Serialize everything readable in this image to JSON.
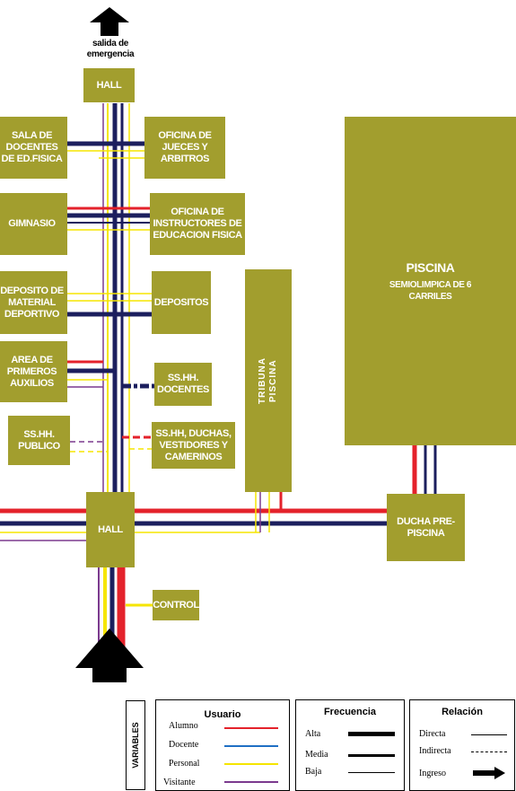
{
  "exit_label": "salida de\nemergencia",
  "rooms": {
    "hall_top": "HALL",
    "sala_docentes": "SALA DE\nDOCENTES\nDE ED.FISICA",
    "oficina_jueces": "OFICINA DE\nJUECES Y\nARBITROS",
    "gimnasio": "GIMNASIO",
    "oficina_instructores": "OFICINA DE\nINSTRUCTORES DE\nEDUCACION FISICA",
    "deposito_material": "DEPOSITO DE\nMATERIAL\nDEPORTIVO",
    "depositos": "DEPOSITOS",
    "primeros_auxilios": "AREA DE\nPRIMEROS\nAUXILIOS",
    "sshh_docentes": "SS.HH.\nDOCENTES",
    "sshh_publico": "SS.HH.\nPUBLICO",
    "sshh_duchas": "SS.HH, DUCHAS,\nVESTIDORES Y\nCAMERINOS",
    "tribuna": "TRIBUNA\nPISCINA",
    "hall_bottom": "HALL",
    "ducha": "DUCHA PRE-\nPISCINA",
    "control": "CONTROL",
    "piscina_title": "PISCINA",
    "piscina_sub": "SEMIOLIMPICA DE 6\nCARRILES"
  },
  "legend": {
    "variables": "VARIABLES",
    "usuario": {
      "title": "Usuario",
      "items": [
        {
          "label": "Alumno",
          "color": "#e4222b"
        },
        {
          "label": "Docente",
          "color": "#1f6fc4"
        },
        {
          "label": "Personal",
          "color": "#f5e500"
        },
        {
          "label": "Visitante",
          "color": "#7b3a8e"
        }
      ]
    },
    "frecuencia": {
      "title": "Frecuencia",
      "items": [
        {
          "label": "Alta"
        },
        {
          "label": "Media"
        },
        {
          "label": "Baja"
        }
      ]
    },
    "relacion": {
      "title": "Relación",
      "items": [
        {
          "label": "Directa"
        },
        {
          "label": "Indirecta"
        },
        {
          "label": "Ingreso"
        }
      ]
    }
  },
  "colors": {
    "room": "#a29e2e",
    "alumno": "#e4222b",
    "docente_line": "#1c1f5e",
    "personal": "#f5e500",
    "visitante": "#7b3a8e"
  }
}
